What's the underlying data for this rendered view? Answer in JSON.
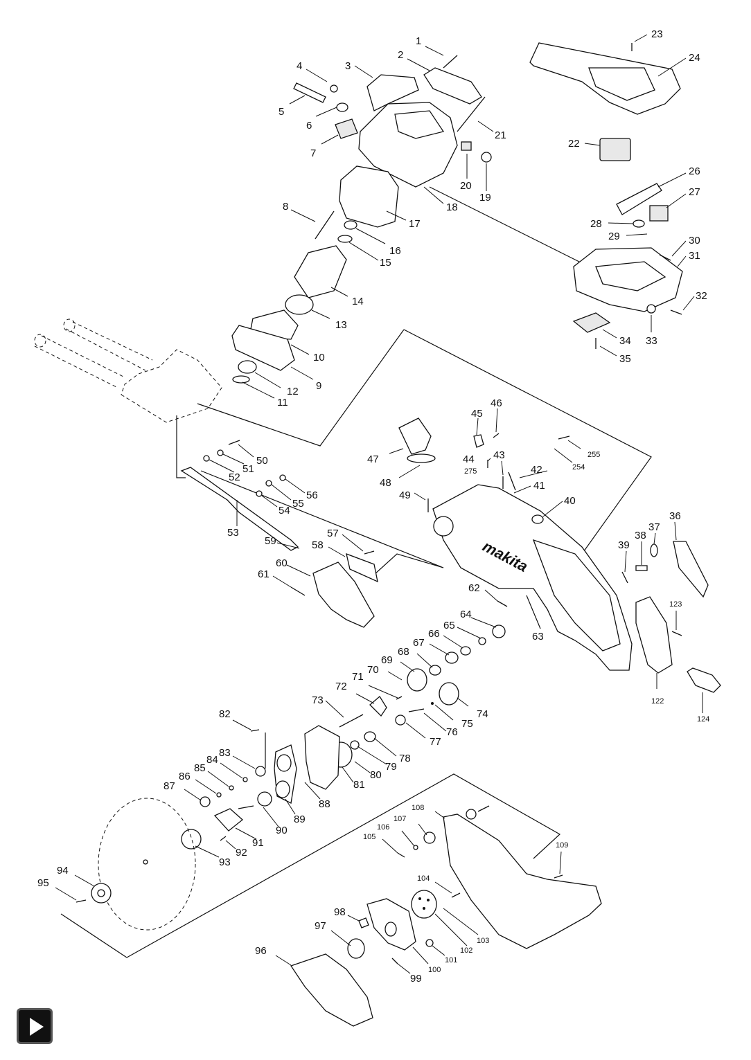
{
  "diagram": {
    "brand_logo": "makita",
    "part_numbers": [
      "1",
      "2",
      "3",
      "4",
      "5",
      "6",
      "7",
      "8",
      "9",
      "10",
      "11",
      "12",
      "13",
      "14",
      "15",
      "16",
      "17",
      "18",
      "19",
      "20",
      "21",
      "22",
      "23",
      "24",
      "26",
      "27",
      "28",
      "29",
      "30",
      "31",
      "32",
      "33",
      "34",
      "35",
      "36",
      "37",
      "38",
      "39",
      "40",
      "41",
      "42",
      "43",
      "44",
      "45",
      "46",
      "47",
      "48",
      "49",
      "50",
      "51",
      "52",
      "53",
      "54",
      "55",
      "56",
      "57",
      "58",
      "59",
      "60",
      "61",
      "62",
      "63",
      "64",
      "65",
      "66",
      "67",
      "68",
      "69",
      "70",
      "71",
      "72",
      "73",
      "74",
      "75",
      "76",
      "77",
      "78",
      "79",
      "80",
      "81",
      "82",
      "83",
      "84",
      "85",
      "86",
      "87",
      "88",
      "89",
      "90",
      "91",
      "92",
      "93",
      "94",
      "95",
      "96",
      "97",
      "98",
      "99",
      "100",
      "101",
      "102",
      "103",
      "104",
      "105",
      "106",
      "107",
      "108",
      "109",
      "122",
      "123",
      "124",
      "254",
      "255",
      "275"
    ]
  },
  "navigation": {
    "next_icon": "play-icon"
  }
}
